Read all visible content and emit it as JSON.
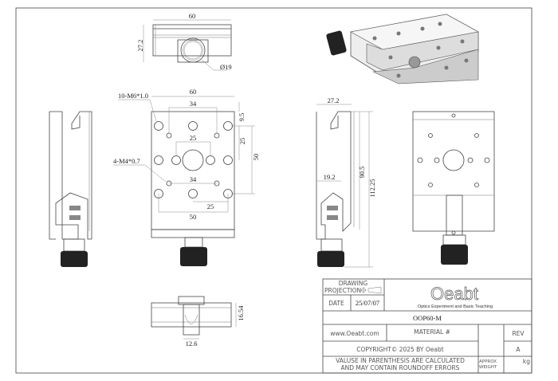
{
  "drawing": {
    "top_view": {
      "width": "60",
      "height": "27.2",
      "bore": "Ø19"
    },
    "front_view": {
      "width": "60",
      "thread_m6": "10-M6*1.0",
      "thread_m4": "4-M4*0.7",
      "spacing_34_top": "34",
      "spacing_25_center": "25",
      "spacing_34_bottom": "34",
      "spacing_25_bottom": "25",
      "spacing_50_bottom": "50",
      "offset_9_5": "9.5",
      "vertical_25": "25",
      "vertical_50": "50"
    },
    "side_view": {
      "depth": "27.2",
      "inner": "19.2",
      "height_90_5": "90.5",
      "height_112_25": "112.25"
    },
    "bottom_view": {
      "height": "16.54",
      "width": "12.6"
    }
  },
  "title_block": {
    "drawing_label": "DRAWING",
    "projection_label": "PROJECTION",
    "date_label": "DATE",
    "date_value": "25/07/07",
    "logo_text": "Oeabt",
    "logo_subtitle": "Optics Experiment and Basic Teaching",
    "part_number": "OOP60-M",
    "website": "www.Oeabt.com",
    "material_label": "MATERIAL #",
    "rev_label": "REV",
    "rev_value": "A",
    "copyright": "COPYRIGHT© 2025 BY Oeabt",
    "note_line1": "VALUSE IN PARENTHESIS ARE CALCULATED",
    "note_line2": "AND MAY CONTAIN ROUNDOFF ERRORS",
    "approx_label": "APPROX",
    "weight_label": "WEIGHT",
    "weight_unit": "kg"
  }
}
